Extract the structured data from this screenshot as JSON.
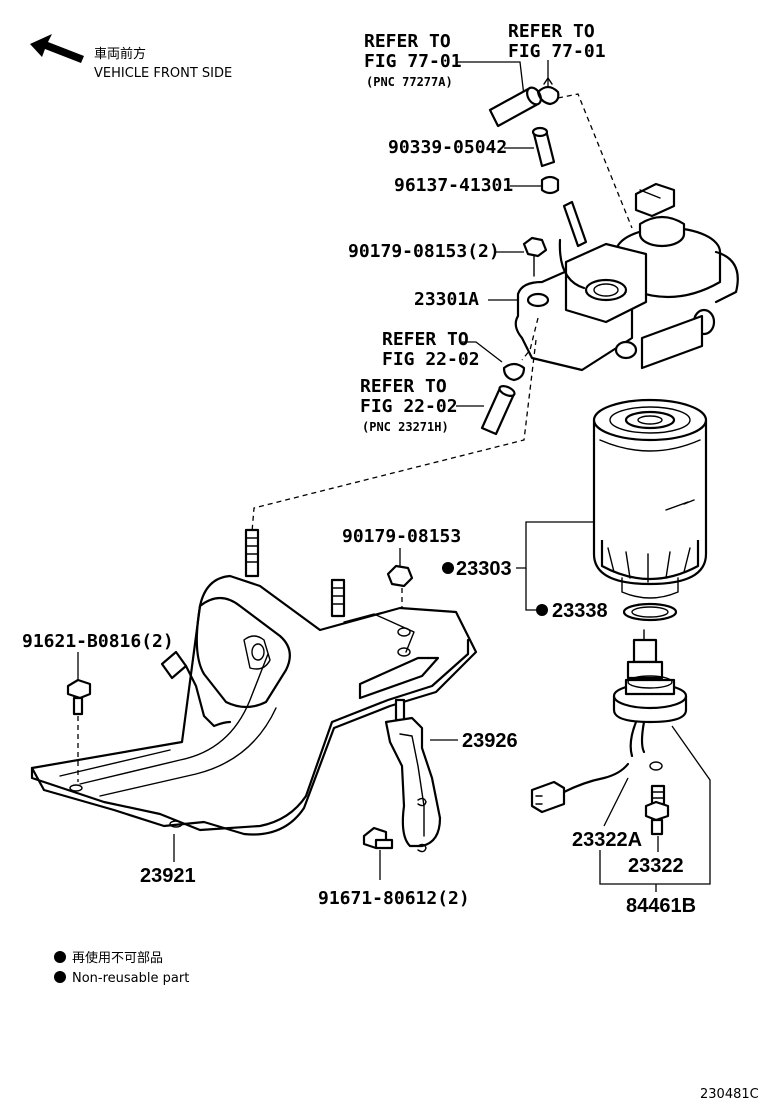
{
  "orientation": {
    "jp": "車両前方",
    "en": "VEHICLE FRONT SIDE"
  },
  "refs": {
    "r1": {
      "line1": "REFER TO",
      "line2": "FIG 77-01",
      "pnc": "(PNC 77277A)"
    },
    "r2": {
      "line1": "REFER TO",
      "line2": "FIG 77-01"
    },
    "r3": {
      "line1": "REFER TO",
      "line2": "FIG 22-02"
    },
    "r4": {
      "line1": "REFER TO",
      "line2": "FIG 22-02",
      "pnc": "(PNC 23271H)"
    }
  },
  "parts": {
    "p90339": "90339-05042",
    "p96137": "96137-41301",
    "p90179a": "90179-08153(2)",
    "p23301a": "23301A",
    "p90179b": "90179-08153",
    "p23303": "23303",
    "p23338": "23338",
    "p91621": "91621-B0816(2)",
    "p23926": "23926",
    "p23921": "23921",
    "p91671": "91671-80612(2)",
    "p23322a": "23322A",
    "p23322": "23322",
    "p84461b": "84461B"
  },
  "legend": {
    "jp": "再使用不可部品",
    "en": "Non-reusable part"
  },
  "figure_code": "230481C"
}
